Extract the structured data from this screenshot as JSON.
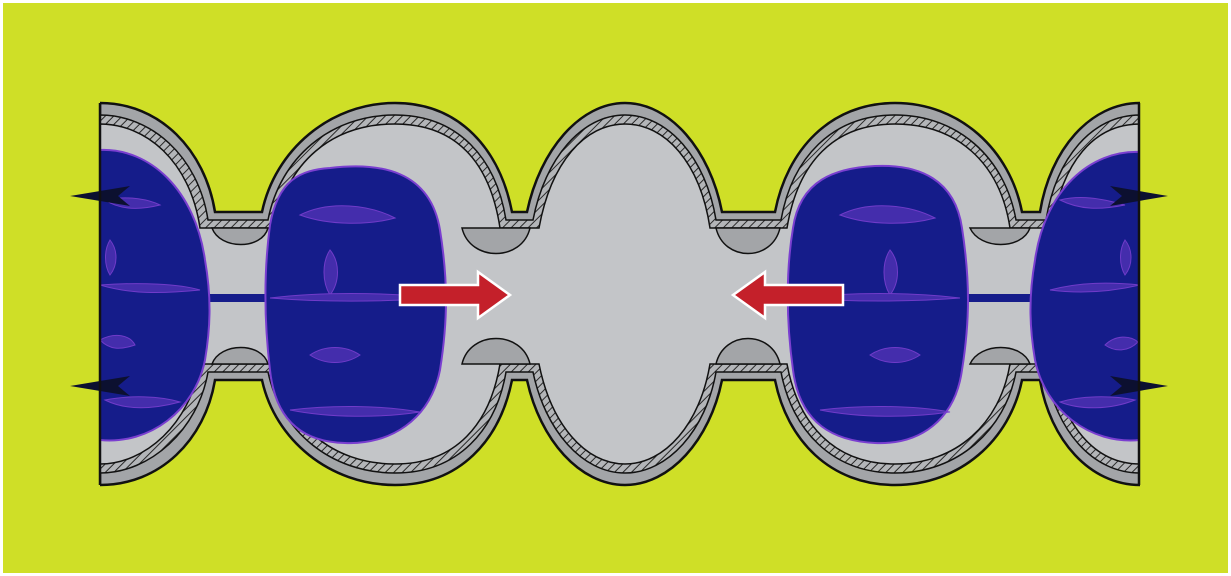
{
  "colors": {
    "background": "#cfdf27",
    "frame": "#ffffff",
    "chamber_outer": "#a3a5a8",
    "chamber_inner": "#c3c5c8",
    "wall_outline": "#111111",
    "wall_fill": "#b3b5b8",
    "hatch": "#2a2a2a",
    "fluid": "#151c8a",
    "fluid_edge": "#7a3fd0",
    "fluid_highlight": "#4a2fb0",
    "arrow_fill": "#c4202a",
    "arrow_outline": "#ffffff",
    "barb": "#0c1030"
  },
  "diagram": {
    "chambers": [
      {
        "name": "left-edge-chamber",
        "filled": true
      },
      {
        "name": "left-chamber",
        "filled": true
      },
      {
        "name": "center-chamber",
        "filled": false
      },
      {
        "name": "right-chamber",
        "filled": true
      },
      {
        "name": "right-edge-chamber",
        "filled": true
      }
    ],
    "arrows": [
      {
        "name": "left-flow-arrow",
        "direction": "right"
      },
      {
        "name": "right-flow-arrow",
        "direction": "left"
      }
    ]
  }
}
